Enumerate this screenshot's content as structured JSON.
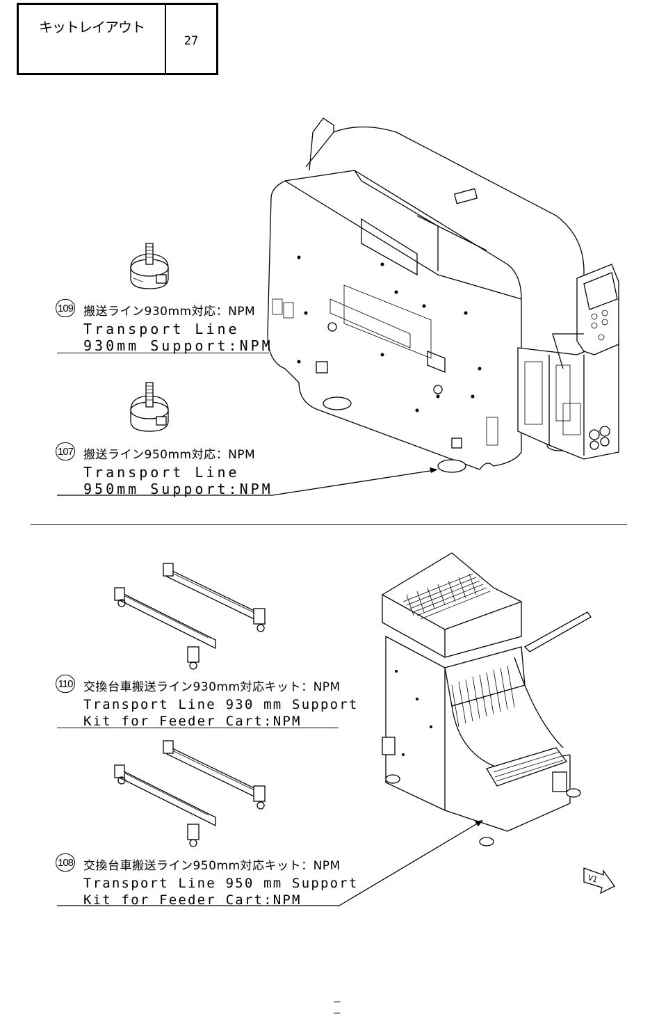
{
  "header": {
    "title": "キットレイアウト",
    "page": "27"
  },
  "parts": [
    {
      "num": "109",
      "jp": "搬送ライン930mm対応：NPM",
      "en1": "Transport Line",
      "en2": "930mm Support:NPM"
    },
    {
      "num": "107",
      "jp": "搬送ライン950mm対応：NPM",
      "en1": "Transport Line",
      "en2": "950mm Support:NPM"
    },
    {
      "num": "110",
      "jp": "交換台車搬送ライン930mm対応キット：NPM",
      "en1": "Transport Line 930 mm Support",
      "en2": "Kit for Feeder Cart:NPM"
    },
    {
      "num": "108",
      "jp": "交換台車搬送ライン950mm対応キット：NPM",
      "en1": "Transport Line 950 mm Support",
      "en2": "Kit for Feeder Cart:NPM"
    }
  ],
  "view_marker": "V1",
  "footer": {
    "page_number": "– –"
  }
}
